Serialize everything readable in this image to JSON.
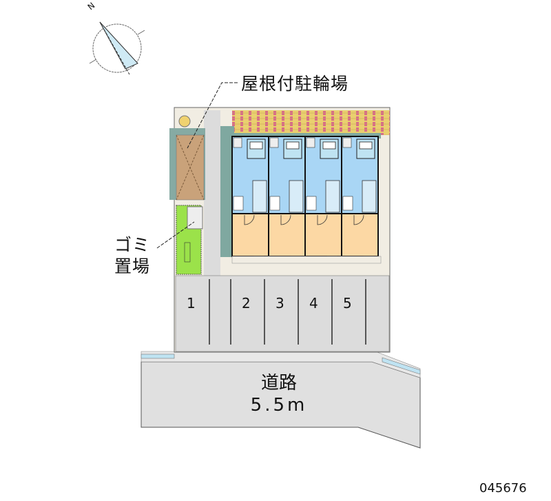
{
  "labels": {
    "bicycle_parking": "屋根付駐輪場",
    "garbage_line1": "ゴミ",
    "garbage_line2": "置場",
    "road_name": "道路",
    "road_width": "5.5m",
    "property_id": "045676",
    "compass_north": "N"
  },
  "parking_spaces": [
    "1",
    "2",
    "3",
    "4",
    "5"
  ],
  "units_count": 4,
  "colors": {
    "unit_wet_area": "#a9d6f5",
    "unit_room": "#fcd8a4",
    "bike_roof": "#e7c86a",
    "garden": "#9be24a",
    "road": "#e0e0e0",
    "wall_teal": "#7fa8a0",
    "storage": "#c9a27a"
  }
}
